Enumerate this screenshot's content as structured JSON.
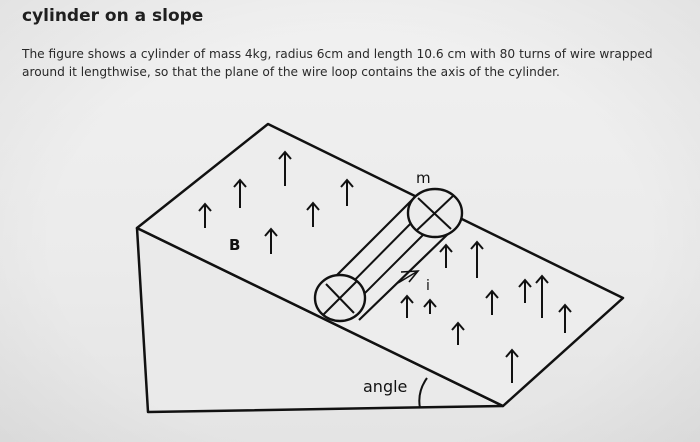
{
  "question": {
    "title": "cylinder on a slope",
    "body": "The figure shows a cylinder of mass 4kg, radius 6cm and length 10.6 cm with 80 turns of wire wrapped around it lengthwise, so that the plane of the wire loop contains the axis of the cylinder."
  },
  "figure": {
    "label_mass": "m",
    "label_field": "B",
    "label_current": "i",
    "label_angle": "angle",
    "field_arrow_count": 16
  }
}
